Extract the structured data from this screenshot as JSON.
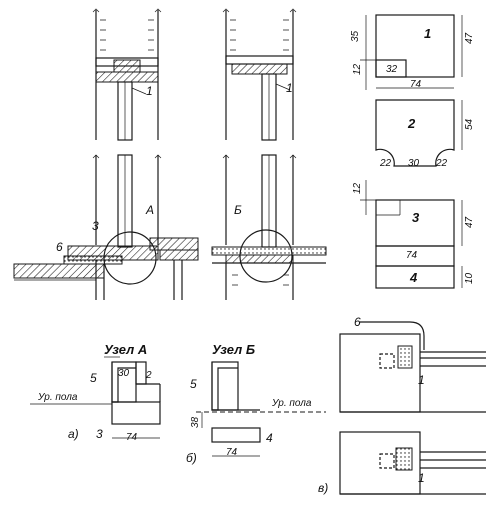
{
  "labels": {
    "uzel_a": "Узел А",
    "uzel_b": "Узел Б",
    "ur_pola_a": "Ур. пола",
    "ur_pola_b": "Ур. пола",
    "fig_a": "а)",
    "fig_b": "б)",
    "fig_v": "в)",
    "node_a_marker": "А",
    "node_b_marker": "Б"
  },
  "numbers": {
    "n1": "1",
    "n2": "2",
    "n3": "3",
    "n4": "4",
    "n5": "5",
    "n6": "6"
  },
  "dims": {
    "d35": "35",
    "d12": "12",
    "d47": "47",
    "d32": "32",
    "d74": "74",
    "d54": "54",
    "d22": "22",
    "d30": "30",
    "d10": "10",
    "d38": "38",
    "d2": "2"
  }
}
